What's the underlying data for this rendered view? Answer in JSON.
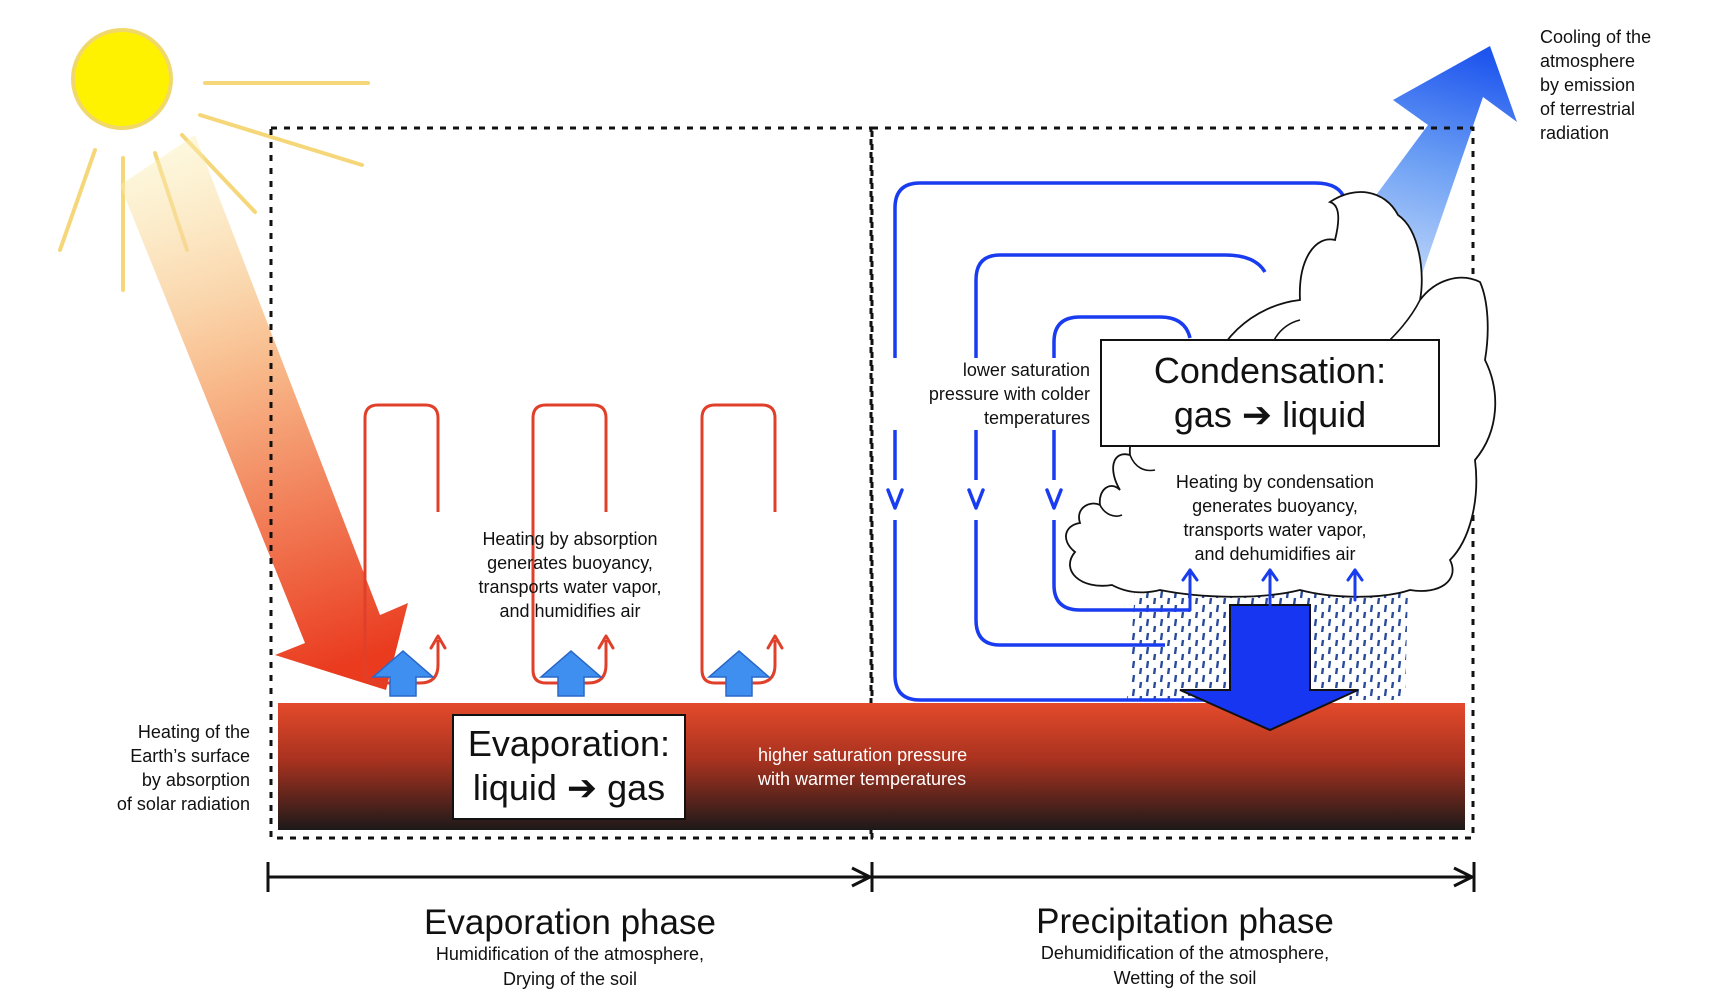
{
  "labels": {
    "cooling": [
      "Cooling of the",
      "atmosphere",
      "by emission",
      "of terrestrial",
      "radiation"
    ],
    "surface_heating": [
      "Heating of the",
      "Earth’s surface",
      "by absorption",
      "of solar radiation"
    ],
    "absorption_heating": [
      "Heating by absorption",
      "generates buoyancy,",
      "transports water vapor,",
      "and humidifies air"
    ],
    "lower_saturation": [
      "lower saturation",
      "pressure with colder",
      "temperatures"
    ],
    "condensation_heating": [
      "Heating by condensation",
      "generates buoyancy,",
      "transports water vapor,",
      "and dehumidifies air"
    ],
    "higher_saturation": [
      "higher saturation pressure",
      "with warmer temperatures"
    ]
  },
  "boxes": {
    "evaporation": [
      "Evaporation:",
      "liquid ➔ gas"
    ],
    "condensation": [
      "Condensation:",
      "gas ➔ liquid"
    ]
  },
  "phases": {
    "evaporation": {
      "title": "Evaporation phase",
      "subtitle": [
        "Humidification of the atmosphere,",
        "Drying of the soil"
      ]
    },
    "precipitation": {
      "title": "Precipitation phase",
      "subtitle": [
        "Dehumidification of the atmosphere,",
        "Wetting of the soil"
      ]
    }
  },
  "colors": {
    "sun": "#fff200",
    "sun_ray": "#f5d77a",
    "warm_circulation": "#e0402a",
    "cold_circulation": "#1a3cf0",
    "updraft": "#3f8ff0",
    "ground_top": "#e2482a",
    "ground_bottom": "#1e1a1a",
    "rain": "#2a4a9a",
    "precip_arrow": "#1636f2"
  },
  "icons": {
    "sun": "sun-icon",
    "solar_radiation": "solar-radiation-arrow",
    "terrestrial_radiation": "terrestrial-radiation-arrow",
    "cloud": "cumulus-cloud-icon",
    "rain": "rain-icon"
  }
}
